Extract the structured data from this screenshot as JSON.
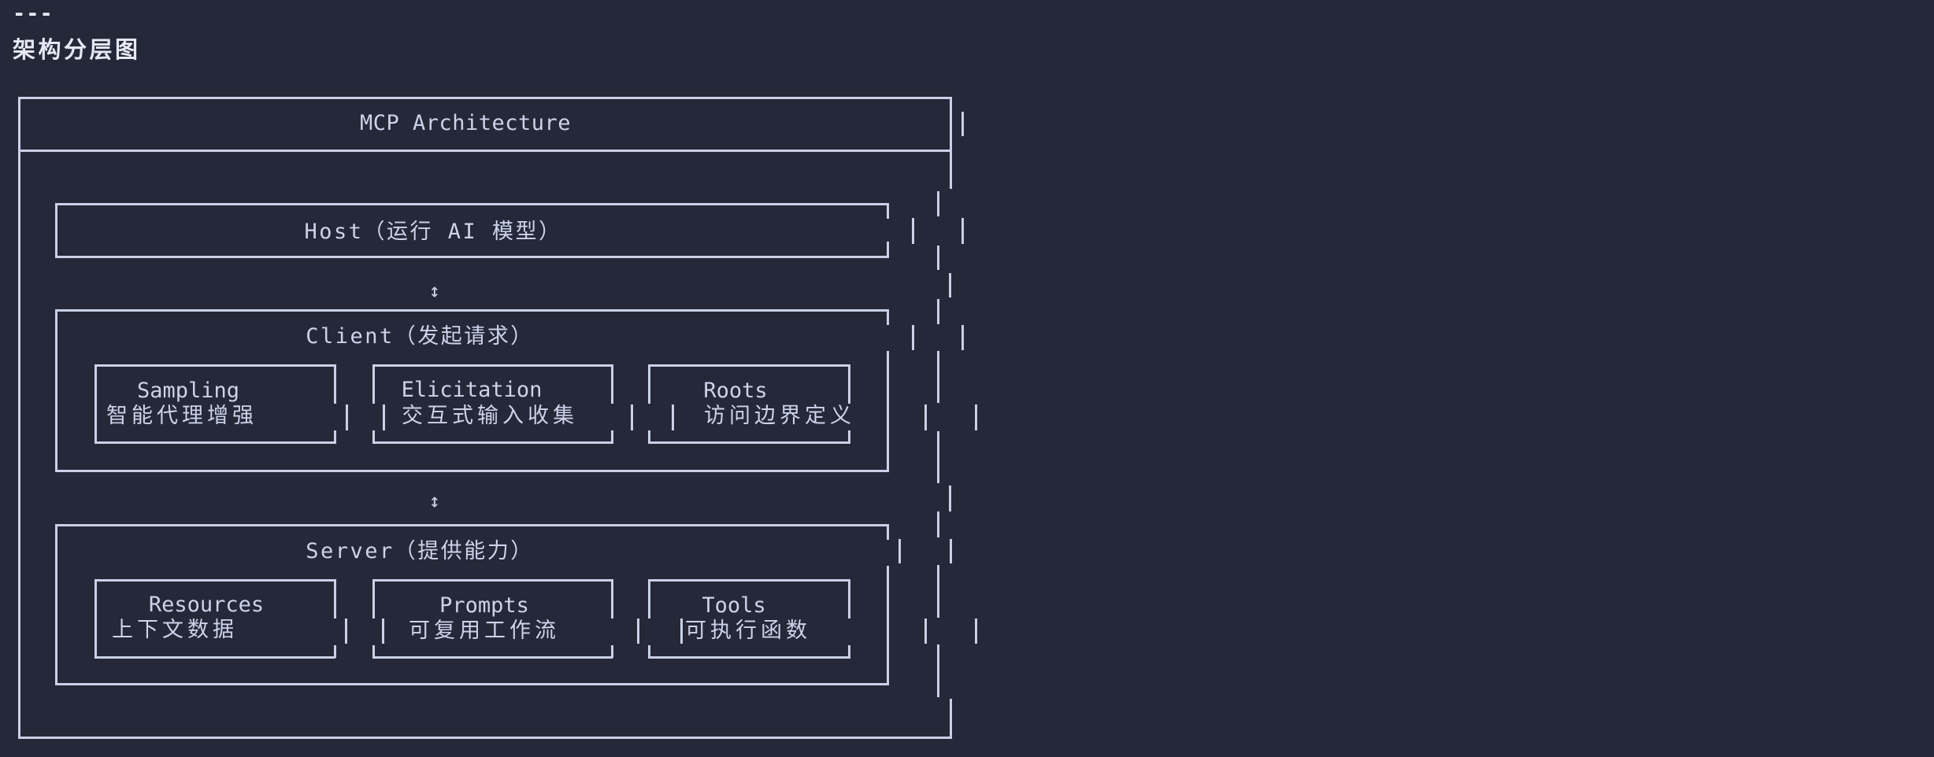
{
  "page": {
    "background_color": "#252838",
    "line_color": "#c9d0e8",
    "text_color": "#ccd3ea",
    "heading_color": "#e6e9f4"
  },
  "header": {
    "divider": "---",
    "title": "架构分层图"
  },
  "diagram": {
    "title": "MCP Architecture",
    "connector_symbol": "↕",
    "host": {
      "label": "Host（运行 AI 模型）"
    },
    "client": {
      "label": "Client（发起请求）",
      "children": [
        {
          "title": "Sampling",
          "subtitle": "智能代理增强"
        },
        {
          "title": "Elicitation",
          "subtitle": "交互式输入收集"
        },
        {
          "title": "Roots",
          "subtitle": "访问边界定义"
        }
      ]
    },
    "server": {
      "label": "Server（提供能力）",
      "children": [
        {
          "title": "Resources",
          "subtitle": "上下文数据"
        },
        {
          "title": "Prompts",
          "subtitle": "可复用工作流"
        },
        {
          "title": "Tools",
          "subtitle": "可执行函数"
        }
      ]
    }
  }
}
